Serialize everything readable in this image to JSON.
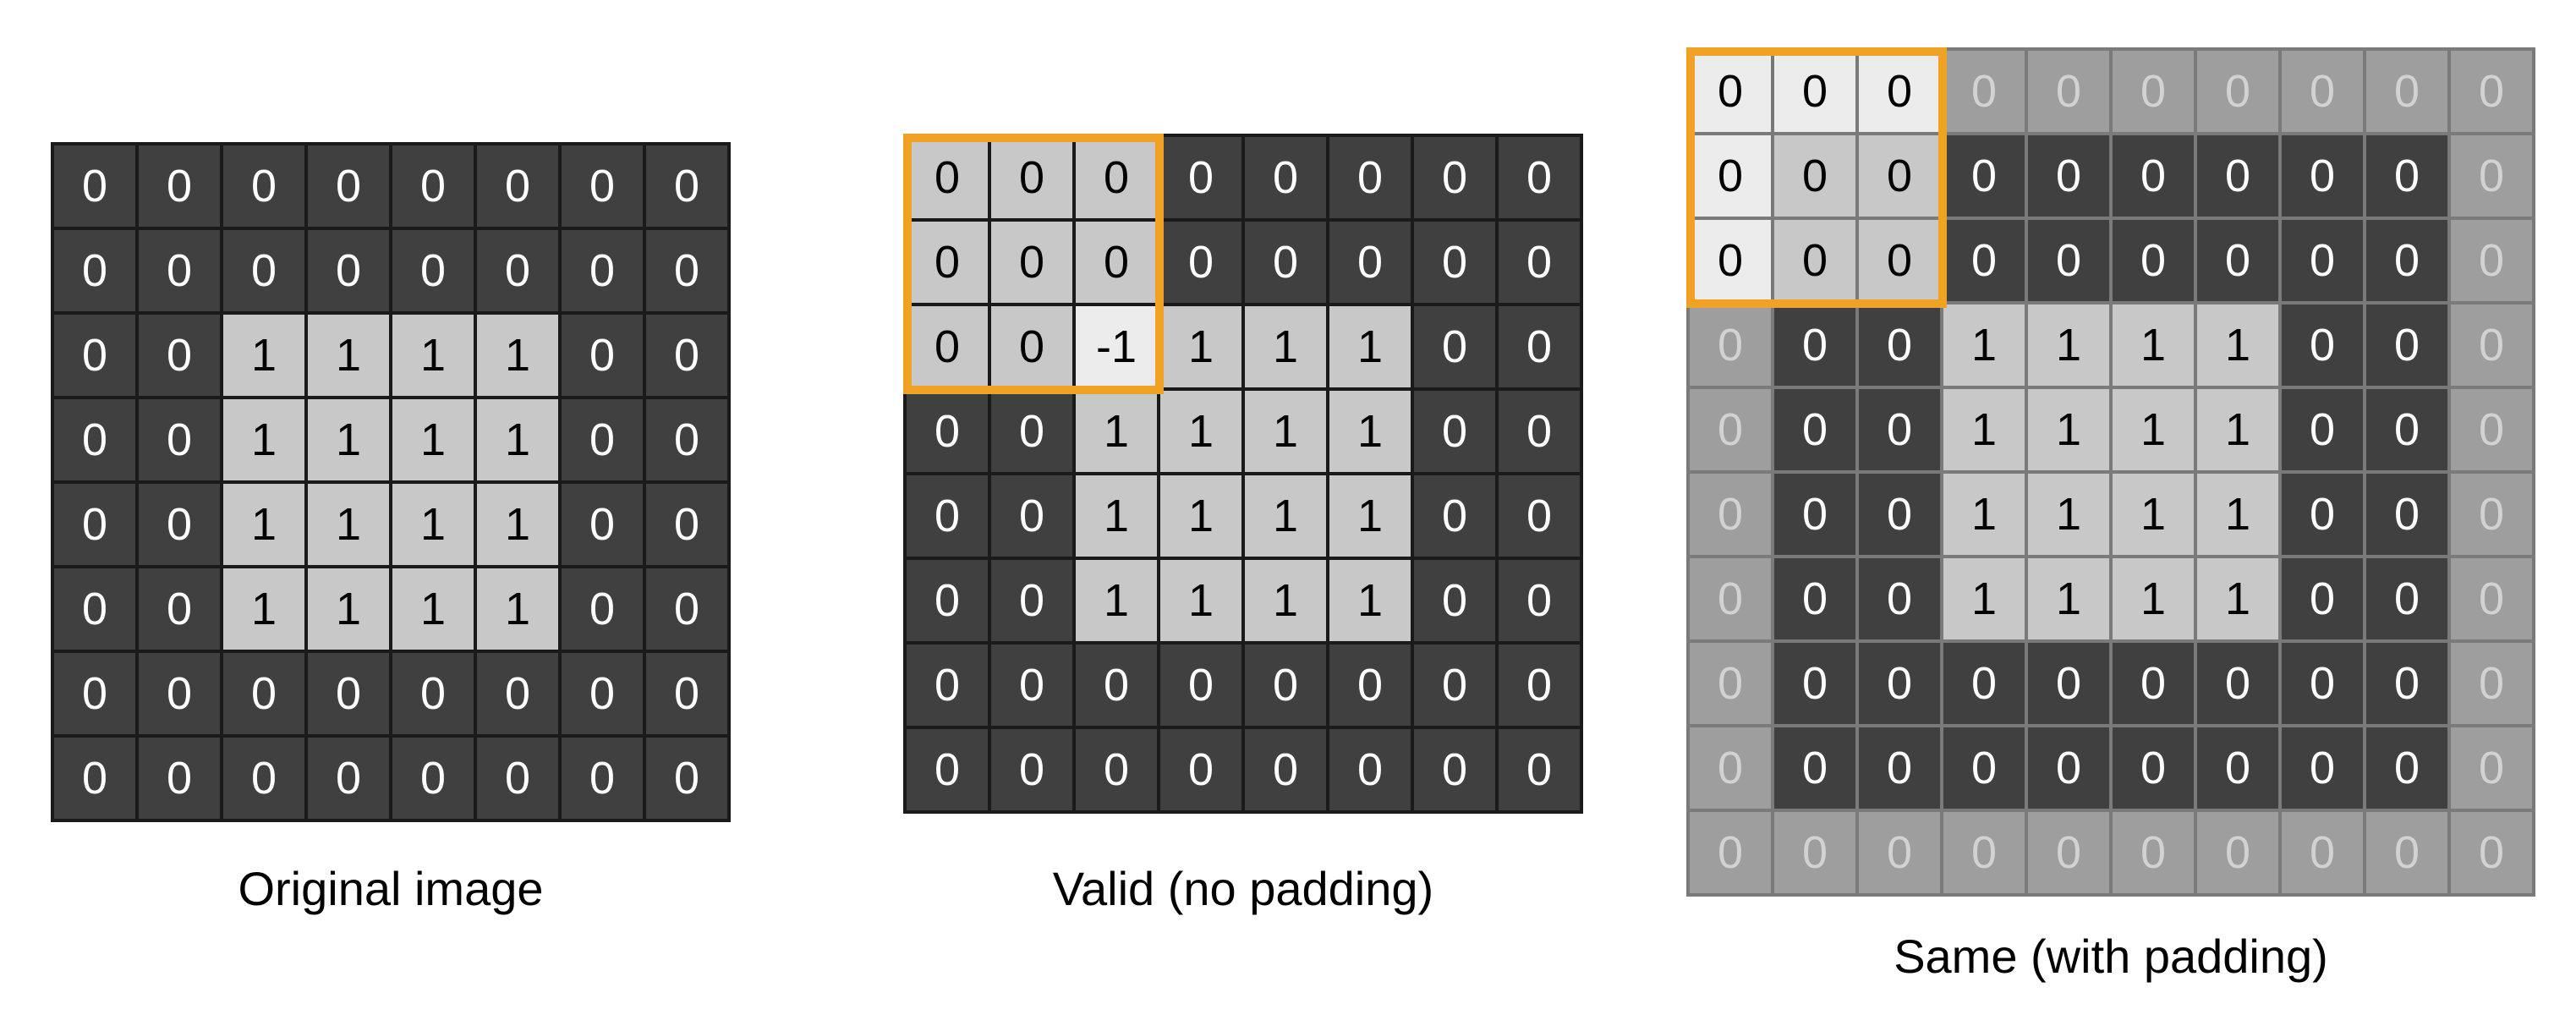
{
  "panels": [
    {
      "id": "original",
      "caption": "Original image",
      "grid": [
        [
          "0",
          "0",
          "0",
          "0",
          "0",
          "0",
          "0",
          "0"
        ],
        [
          "0",
          "0",
          "0",
          "0",
          "0",
          "0",
          "0",
          "0"
        ],
        [
          "0",
          "0",
          "1",
          "1",
          "1",
          "1",
          "0",
          "0"
        ],
        [
          "0",
          "0",
          "1",
          "1",
          "1",
          "1",
          "0",
          "0"
        ],
        [
          "0",
          "0",
          "1",
          "1",
          "1",
          "1",
          "0",
          "0"
        ],
        [
          "0",
          "0",
          "1",
          "1",
          "1",
          "1",
          "0",
          "0"
        ],
        [
          "0",
          "0",
          "0",
          "0",
          "0",
          "0",
          "0",
          "0"
        ],
        [
          "0",
          "0",
          "0",
          "0",
          "0",
          "0",
          "0",
          "0"
        ]
      ],
      "kernel_highlight": false
    },
    {
      "id": "valid",
      "caption": "Valid (no padding)",
      "grid": [
        [
          "0",
          "0",
          "0",
          "0",
          "0",
          "0",
          "0",
          "0"
        ],
        [
          "0",
          "0",
          "0",
          "0",
          "0",
          "0",
          "0",
          "0"
        ],
        [
          "0",
          "0",
          "-1",
          "1",
          "1",
          "1",
          "0",
          "0"
        ],
        [
          "0",
          "0",
          "1",
          "1",
          "1",
          "1",
          "0",
          "0"
        ],
        [
          "0",
          "0",
          "1",
          "1",
          "1",
          "1",
          "0",
          "0"
        ],
        [
          "0",
          "0",
          "1",
          "1",
          "1",
          "1",
          "0",
          "0"
        ],
        [
          "0",
          "0",
          "0",
          "0",
          "0",
          "0",
          "0",
          "0"
        ],
        [
          "0",
          "0",
          "0",
          "0",
          "0",
          "0",
          "0",
          "0"
        ]
      ],
      "kernel_highlight": true
    },
    {
      "id": "same",
      "caption": "Same (with padding)",
      "grid": [
        [
          "0",
          "0",
          "0",
          "0",
          "0",
          "0",
          "0",
          "0",
          "0",
          "0"
        ],
        [
          "0",
          "0",
          "0",
          "0",
          "0",
          "0",
          "0",
          "0",
          "0",
          "0"
        ],
        [
          "0",
          "0",
          "0",
          "0",
          "0",
          "0",
          "0",
          "0",
          "0",
          "0"
        ],
        [
          "0",
          "0",
          "0",
          "1",
          "1",
          "1",
          "1",
          "0",
          "0",
          "0"
        ],
        [
          "0",
          "0",
          "0",
          "1",
          "1",
          "1",
          "1",
          "0",
          "0",
          "0"
        ],
        [
          "0",
          "0",
          "0",
          "1",
          "1",
          "1",
          "1",
          "0",
          "0",
          "0"
        ],
        [
          "0",
          "0",
          "0",
          "1",
          "1",
          "1",
          "1",
          "0",
          "0",
          "0"
        ],
        [
          "0",
          "0",
          "0",
          "0",
          "0",
          "0",
          "0",
          "0",
          "0",
          "0"
        ],
        [
          "0",
          "0",
          "0",
          "0",
          "0",
          "0",
          "0",
          "0",
          "0",
          "0"
        ],
        [
          "0",
          "0",
          "0",
          "0",
          "0",
          "0",
          "0",
          "0",
          "0",
          "0"
        ]
      ],
      "kernel_highlight": true,
      "padded": true
    }
  ],
  "colors": {
    "dark_cell": "#404040",
    "light_cell": "#c8c8c8",
    "padding_cell": "#9e9e9e",
    "kernel_center": "#ececec",
    "kernel_outline": "#f0a224"
  }
}
